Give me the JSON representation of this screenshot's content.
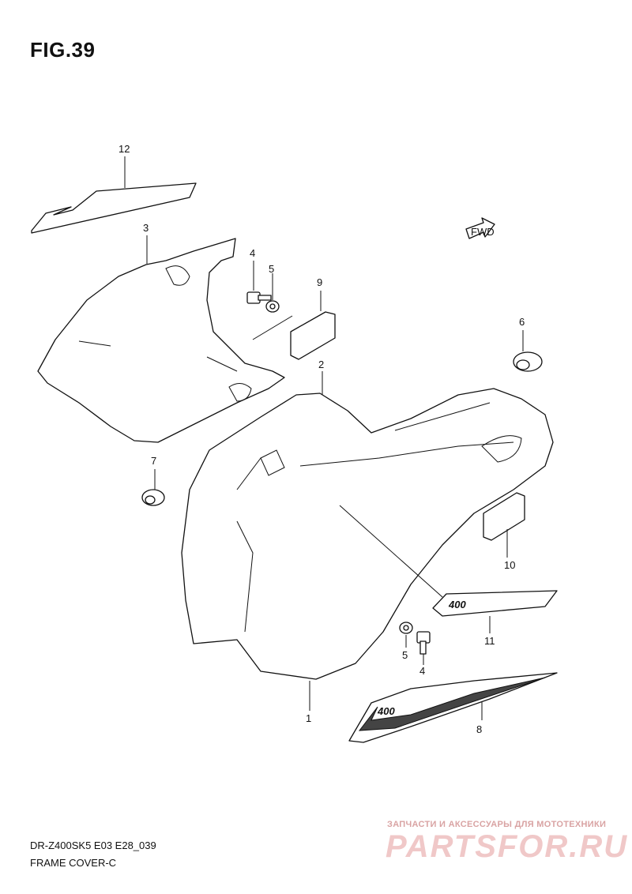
{
  "figure": {
    "title": "FIG.39",
    "model_code": "DR-Z400SK5  E03  E28_039",
    "caption": "FRAME COVER-C"
  },
  "callouts": [
    {
      "id": "c1",
      "label": "1"
    },
    {
      "id": "c2",
      "label": "2"
    },
    {
      "id": "c3",
      "label": "3"
    },
    {
      "id": "c4a",
      "label": "4"
    },
    {
      "id": "c4b",
      "label": "4"
    },
    {
      "id": "c5a",
      "label": "5"
    },
    {
      "id": "c5b",
      "label": "5"
    },
    {
      "id": "c6",
      "label": "6"
    },
    {
      "id": "c7",
      "label": "7"
    },
    {
      "id": "c8",
      "label": "8"
    },
    {
      "id": "c9",
      "label": "9"
    },
    {
      "id": "c10",
      "label": "10"
    },
    {
      "id": "c11",
      "label": "11"
    },
    {
      "id": "c12",
      "label": "12"
    }
  ],
  "arrow_label": "FWD",
  "emblem_text": "400",
  "watermark": {
    "tagline": "ЗАПЧАСТИ И АКСЕССУАРЫ ДЛЯ МОТОТЕХНИКИ",
    "brand": "PARTSFOR.RU"
  },
  "colors": {
    "line": "#111111",
    "watermark": "#f0c8c8"
  }
}
